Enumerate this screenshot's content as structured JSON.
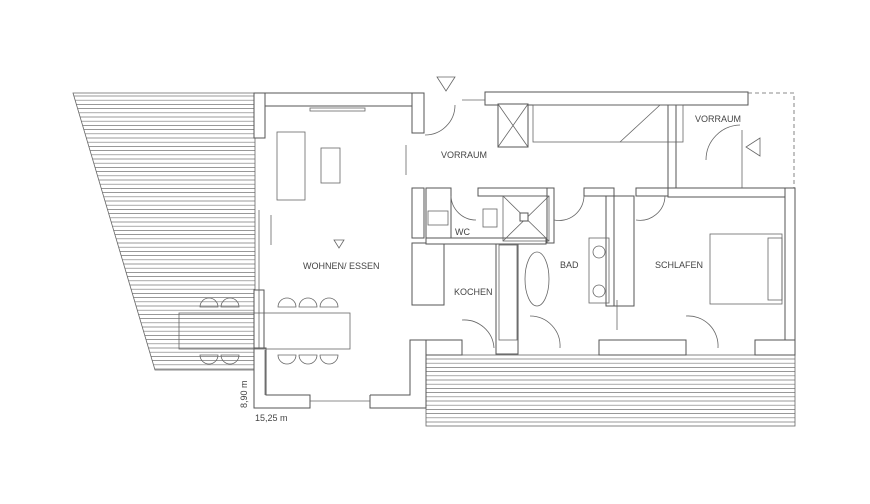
{
  "rooms": {
    "vorraum_main": "VORRAUM",
    "vorraum_entry": "VORRAUM",
    "wc": "WC",
    "kochen": "KOCHEN",
    "bad": "BAD",
    "schlafen": "SCHLAFEN",
    "wohnen": "WOHNEN/ ESSEN"
  },
  "dimensions": {
    "depth": "8,90 m",
    "width": "15,25 m"
  },
  "colors": {
    "line": "#555555",
    "background": "#ffffff"
  }
}
